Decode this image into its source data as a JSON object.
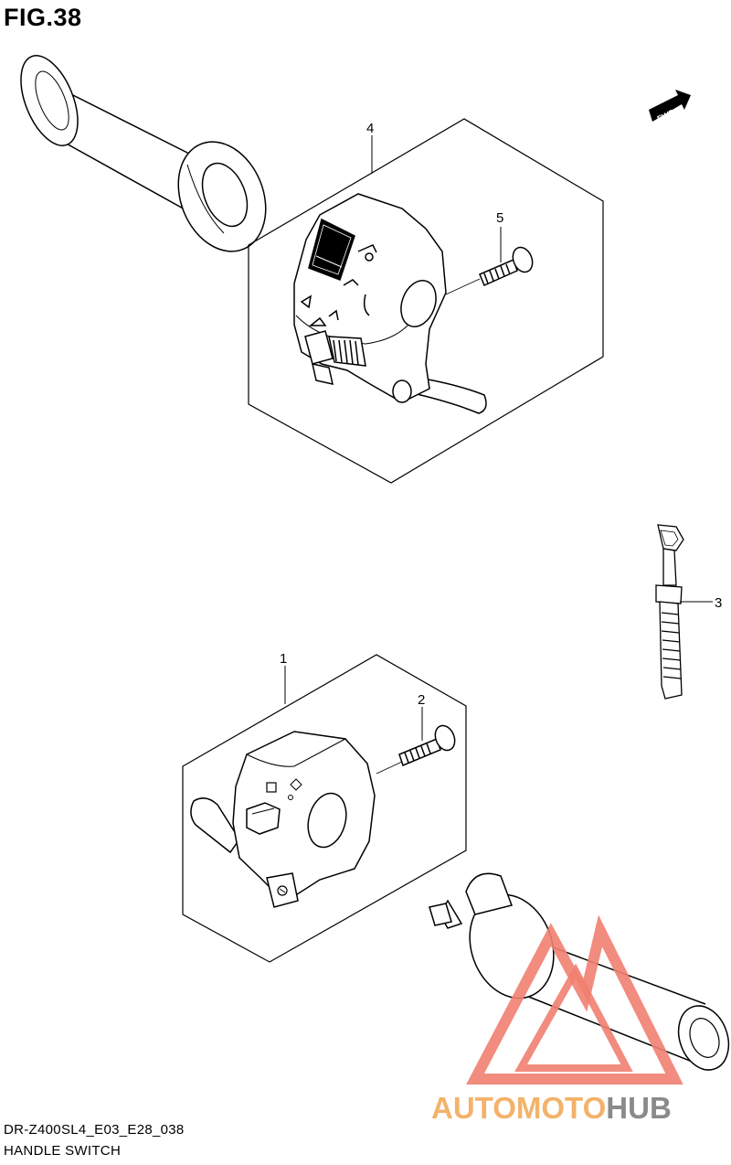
{
  "figure": {
    "title": "FIG.38"
  },
  "footer": {
    "model_code": "DR-Z400SL4_E03_E28_038",
    "section_name": "HANDLE SWITCH"
  },
  "direction_badge": {
    "label": "FWD",
    "icon": "fwd-arrow-icon"
  },
  "callouts": [
    {
      "number": "1",
      "part": "right-handle-switch"
    },
    {
      "number": "2",
      "part": "right-switch-screw"
    },
    {
      "number": "3",
      "part": "cable-tie"
    },
    {
      "number": "4",
      "part": "left-handle-switch"
    },
    {
      "number": "5",
      "part": "left-switch-screw"
    }
  ],
  "watermark": {
    "part_a": "AUTOMOTO",
    "part_b": "HUB",
    "color_a": "#f4b26a",
    "color_b": "#8a8a8a",
    "logo_color": "#f08070"
  }
}
